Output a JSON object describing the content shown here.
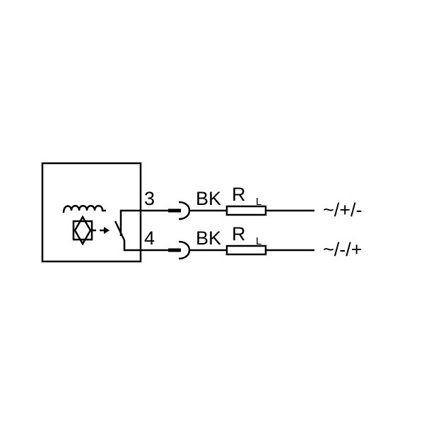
{
  "terminals": [
    {
      "pin": "3",
      "wire_color": "BK",
      "load_symbol": "R",
      "load_subscript": "L",
      "supply": "~/+/-"
    },
    {
      "pin": "4",
      "wire_color": "BK",
      "load_symbol": "R",
      "load_subscript": "L",
      "supply": "~/-/+"
    }
  ],
  "colors": {
    "stroke": "#000000",
    "background": "#ffffff"
  },
  "icons": [
    "sensor-housing",
    "coil-icon",
    "inductive-sensor-icon",
    "switch-contact",
    "connector-socket",
    "resistor-icon"
  ]
}
